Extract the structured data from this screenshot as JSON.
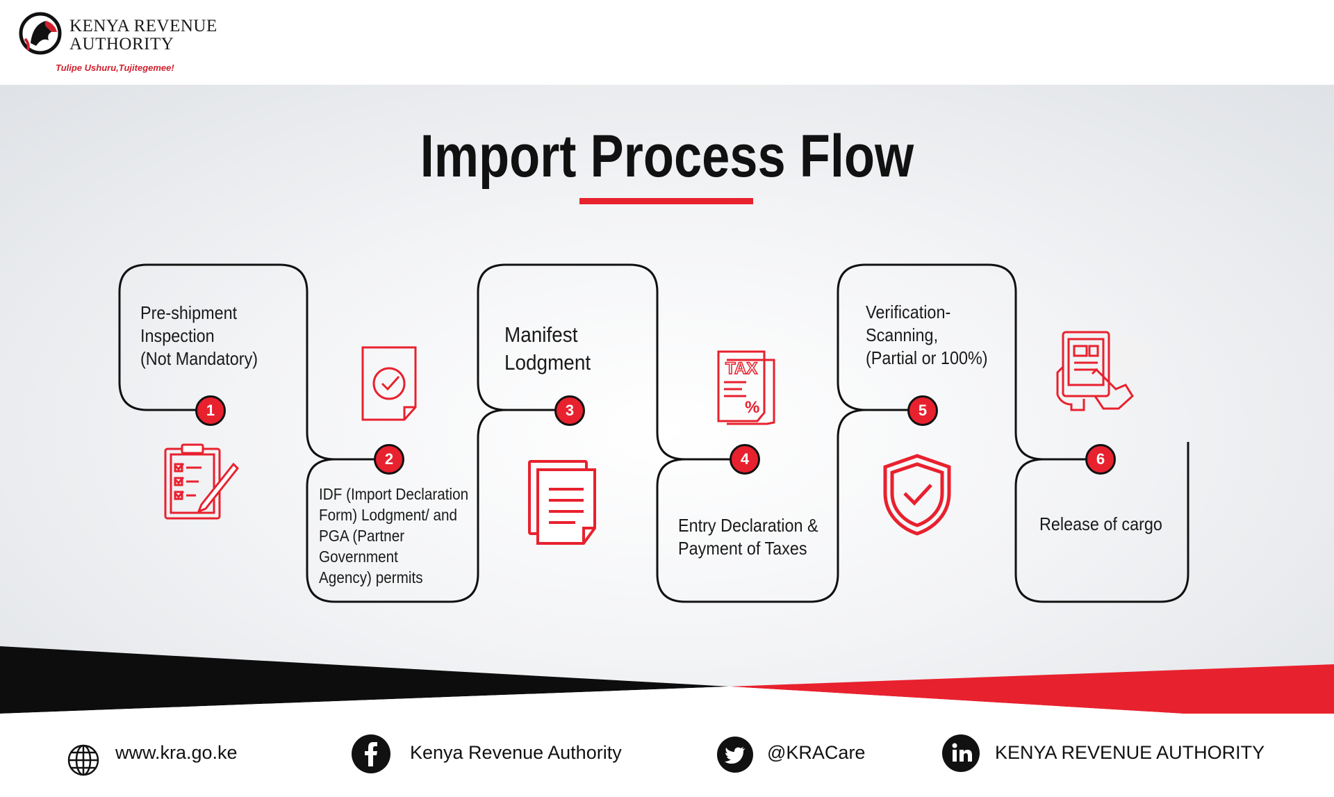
{
  "header": {
    "logo_name_line1": "KENYA REVENUE",
    "logo_name_line2": "AUTHORITY",
    "tagline": "Tulipe Ushuru,Tujitegemee!"
  },
  "title": "Import Process Flow",
  "colors": {
    "accent_red": "#e8212e",
    "dark": "#111111",
    "background_light": "#f3f4f6"
  },
  "steps": [
    {
      "number": "1",
      "text": "Pre-shipment\nInspection\n(Not Mandatory)",
      "icon": "clipboard-checklist-icon"
    },
    {
      "number": "2",
      "text": "IDF (Import Declaration\nForm) Lodgment/ and\nPGA (Partner\nGovernment\nAgency) permits",
      "icon": "document-check-icon"
    },
    {
      "number": "3",
      "text": "Manifest\nLodgment",
      "icon": "documents-icon"
    },
    {
      "number": "4",
      "text": "Entry Declaration &\nPayment of Taxes",
      "icon": "tax-receipt-icon"
    },
    {
      "number": "5",
      "text": "Verification-\nScanning,\n(Partial or 100%)",
      "icon": "shield-check-icon"
    },
    {
      "number": "6",
      "text": "Release of cargo",
      "icon": "cargo-scan-icon"
    }
  ],
  "footer": {
    "website": "www.kra.go.ke",
    "facebook": "Kenya Revenue Authority",
    "twitter": "@KRACare",
    "linkedin": "KENYA REVENUE AUTHORITY"
  }
}
